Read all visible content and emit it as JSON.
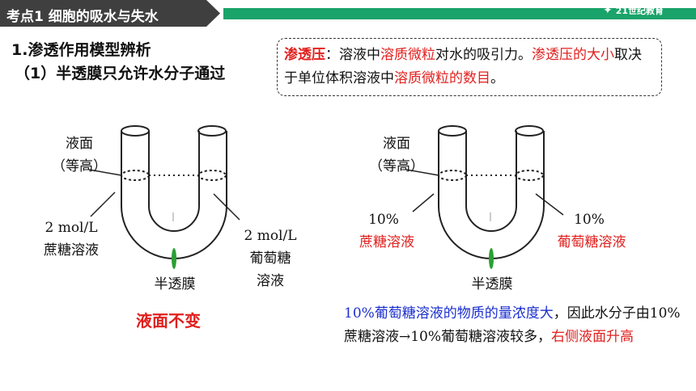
{
  "header": {
    "title": "考点1 细胞的吸水与失水",
    "logo": "21世纪教育"
  },
  "section": {
    "heading": "1.渗透作用模型辨析",
    "subheading": "（1）半透膜只允许水分子通过"
  },
  "definition": {
    "term1": "渗透压",
    "p1": "：溶液中",
    "term2": "溶质微粒",
    "p2": "对水的吸引力。",
    "term3": "渗透压的大小",
    "p3": "取决于单位体积溶液中",
    "term4": "溶质微粒的数目",
    "p4": "。"
  },
  "left_diagram": {
    "level_label_1": "液面",
    "level_label_2": "（等高）",
    "left_conc": "2 mol/L",
    "left_solution": "蔗糖溶液",
    "right_conc": "2 mol/L",
    "right_solution_1": "葡萄糖",
    "right_solution_2": "溶液",
    "membrane": "半透膜",
    "result": "液面不变"
  },
  "right_diagram": {
    "level_label_1": "液面",
    "level_label_2": "（等高）",
    "left_conc": "10%",
    "left_solution": "蔗糖溶液",
    "right_conc": "10%",
    "right_solution": "葡萄糖溶液",
    "membrane": "半透膜",
    "result_blue": "10%葡萄糖溶液的物质的量浓度大",
    "result_mid": "，因此水分子由10%蔗糖溶液→10%葡萄糖溶液较多，",
    "result_red": "右侧液面升高"
  },
  "colors": {
    "accent_red": "#e0201e",
    "accent_blue": "#1b2fcf",
    "header_green": "#1aa36a",
    "membrane_green": "#2aa033"
  }
}
